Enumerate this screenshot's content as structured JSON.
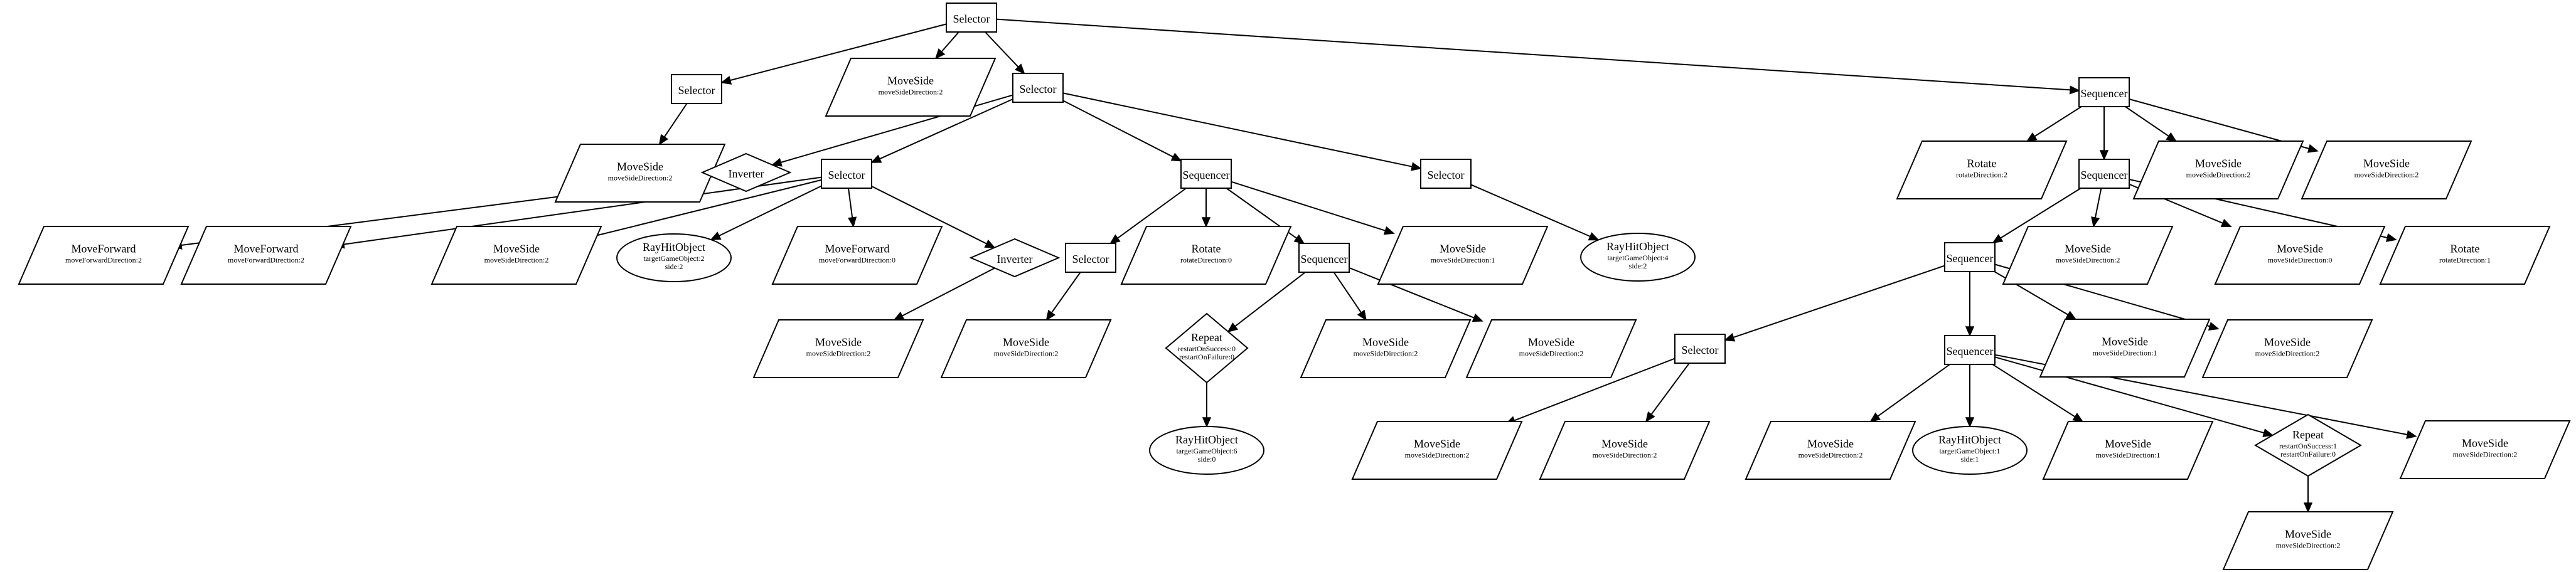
{
  "diagram": {
    "nodes": [
      {
        "id": "n1",
        "shape": "box",
        "title": "Selector",
        "params": []
      },
      {
        "id": "n2",
        "shape": "box",
        "title": "Selector",
        "params": []
      },
      {
        "id": "n3",
        "shape": "para",
        "title": "MoveSide",
        "params": [
          "moveSideDirection:2"
        ]
      },
      {
        "id": "n4",
        "shape": "box",
        "title": "Selector",
        "params": []
      },
      {
        "id": "n5",
        "shape": "box",
        "title": "Sequencer",
        "params": []
      },
      {
        "id": "n6",
        "shape": "para",
        "title": "MoveSide",
        "params": [
          "moveSideDirection:2"
        ]
      },
      {
        "id": "n7",
        "shape": "diamond",
        "title": "Inverter",
        "params": []
      },
      {
        "id": "n8",
        "shape": "box",
        "title": "Selector",
        "params": []
      },
      {
        "id": "n9",
        "shape": "box",
        "title": "Sequencer",
        "params": []
      },
      {
        "id": "n10",
        "shape": "box",
        "title": "Selector",
        "params": []
      },
      {
        "id": "n11",
        "shape": "para",
        "title": "Rotate",
        "params": [
          "rotateDirection:2"
        ]
      },
      {
        "id": "n12",
        "shape": "box",
        "title": "Sequencer",
        "params": []
      },
      {
        "id": "n13",
        "shape": "para",
        "title": "MoveSide",
        "params": [
          "moveSideDirection:2"
        ]
      },
      {
        "id": "n14",
        "shape": "para",
        "title": "MoveSide",
        "params": [
          "moveSideDirection:2"
        ]
      },
      {
        "id": "n15",
        "shape": "para",
        "title": "MoveForward",
        "params": [
          "moveForwardDirection:2"
        ]
      },
      {
        "id": "n16",
        "shape": "para",
        "title": "MoveForward",
        "params": [
          "moveForwardDirection:2"
        ]
      },
      {
        "id": "n17",
        "shape": "para",
        "title": "MoveSide",
        "params": [
          "moveSideDirection:2"
        ]
      },
      {
        "id": "n18",
        "shape": "ellipse",
        "title": "RayHitObject",
        "params": [
          "targetGameObject:2",
          "side:2"
        ]
      },
      {
        "id": "n19",
        "shape": "para",
        "title": "MoveForward",
        "params": [
          "moveForwardDirection:0"
        ]
      },
      {
        "id": "n20",
        "shape": "diamond",
        "title": "Inverter",
        "params": []
      },
      {
        "id": "n21",
        "shape": "box",
        "title": "Selector",
        "params": []
      },
      {
        "id": "n22",
        "shape": "para",
        "title": "Rotate",
        "params": [
          "rotateDirection:0"
        ]
      },
      {
        "id": "n23",
        "shape": "box",
        "title": "Sequencer",
        "params": []
      },
      {
        "id": "n24",
        "shape": "para",
        "title": "MoveSide",
        "params": [
          "moveSideDirection:1"
        ]
      },
      {
        "id": "n25",
        "shape": "ellipse",
        "title": "RayHitObject",
        "params": [
          "targetGameObject:4",
          "side:2"
        ]
      },
      {
        "id": "n26",
        "shape": "box",
        "title": "Sequencer",
        "params": []
      },
      {
        "id": "n27",
        "shape": "para",
        "title": "MoveSide",
        "params": [
          "moveSideDirection:2"
        ]
      },
      {
        "id": "n28",
        "shape": "para",
        "title": "MoveSide",
        "params": [
          "moveSideDirection:0"
        ]
      },
      {
        "id": "n29",
        "shape": "para",
        "title": "Rotate",
        "params": [
          "rotateDirection:1"
        ]
      },
      {
        "id": "n30",
        "shape": "para",
        "title": "MoveSide",
        "params": [
          "moveSideDirection:2"
        ]
      },
      {
        "id": "n31",
        "shape": "para",
        "title": "MoveSide",
        "params": [
          "moveSideDirection:2"
        ]
      },
      {
        "id": "n32",
        "shape": "diamond",
        "title": "Repeat",
        "params": [
          "restartOnSuccess:0",
          "restartOnFailure:0"
        ]
      },
      {
        "id": "n33",
        "shape": "para",
        "title": "MoveSide",
        "params": [
          "moveSideDirection:2"
        ]
      },
      {
        "id": "n34",
        "shape": "para",
        "title": "MoveSide",
        "params": [
          "moveSideDirection:2"
        ]
      },
      {
        "id": "n35",
        "shape": "box",
        "title": "Selector",
        "params": []
      },
      {
        "id": "n36",
        "shape": "box",
        "title": "Sequencer",
        "params": []
      },
      {
        "id": "n37",
        "shape": "para",
        "title": "MoveSide",
        "params": [
          "moveSideDirection:1"
        ]
      },
      {
        "id": "n38",
        "shape": "para",
        "title": "MoveSide",
        "params": [
          "moveSideDirection:2"
        ]
      },
      {
        "id": "n39",
        "shape": "ellipse",
        "title": "RayHitObject",
        "params": [
          "targetGameObject:6",
          "side:0"
        ]
      },
      {
        "id": "n40",
        "shape": "para",
        "title": "MoveSide",
        "params": [
          "moveSideDirection:2"
        ]
      },
      {
        "id": "n41",
        "shape": "para",
        "title": "MoveSide",
        "params": [
          "moveSideDirection:2"
        ]
      },
      {
        "id": "n42",
        "shape": "para",
        "title": "MoveSide",
        "params": [
          "moveSideDirection:2"
        ]
      },
      {
        "id": "n43",
        "shape": "ellipse",
        "title": "RayHitObject",
        "params": [
          "targetGameObject:1",
          "side:1"
        ]
      },
      {
        "id": "n44",
        "shape": "para",
        "title": "MoveSide",
        "params": [
          "moveSideDirection:1"
        ]
      },
      {
        "id": "n45",
        "shape": "diamond",
        "title": "Repeat",
        "params": [
          "restartOnSuccess:1",
          "restartOnFailure:0"
        ]
      },
      {
        "id": "n46",
        "shape": "para",
        "title": "MoveSide",
        "params": [
          "moveSideDirection:2"
        ]
      },
      {
        "id": "n47",
        "shape": "para",
        "title": "MoveSide",
        "params": [
          "moveSideDirection:2"
        ]
      }
    ],
    "edges": [
      [
        "n1",
        "n2"
      ],
      [
        "n1",
        "n3"
      ],
      [
        "n1",
        "n4"
      ],
      [
        "n1",
        "n5"
      ],
      [
        "n2",
        "n6"
      ],
      [
        "n4",
        "n7"
      ],
      [
        "n4",
        "n8"
      ],
      [
        "n4",
        "n9"
      ],
      [
        "n4",
        "n10"
      ],
      [
        "n5",
        "n11"
      ],
      [
        "n5",
        "n12"
      ],
      [
        "n5",
        "n13"
      ],
      [
        "n5",
        "n14"
      ],
      [
        "n7",
        "n15"
      ],
      [
        "n8",
        "n16"
      ],
      [
        "n8",
        "n17"
      ],
      [
        "n8",
        "n18"
      ],
      [
        "n8",
        "n19"
      ],
      [
        "n8",
        "n20"
      ],
      [
        "n9",
        "n21"
      ],
      [
        "n9",
        "n22"
      ],
      [
        "n9",
        "n23"
      ],
      [
        "n9",
        "n24"
      ],
      [
        "n10",
        "n25"
      ],
      [
        "n12",
        "n26"
      ],
      [
        "n12",
        "n27"
      ],
      [
        "n12",
        "n28"
      ],
      [
        "n12",
        "n29"
      ],
      [
        "n20",
        "n30"
      ],
      [
        "n21",
        "n31"
      ],
      [
        "n23",
        "n32"
      ],
      [
        "n23",
        "n33"
      ],
      [
        "n23",
        "n34"
      ],
      [
        "n26",
        "n35"
      ],
      [
        "n26",
        "n36"
      ],
      [
        "n26",
        "n37"
      ],
      [
        "n26",
        "n38"
      ],
      [
        "n32",
        "n39"
      ],
      [
        "n35",
        "n40"
      ],
      [
        "n35",
        "n41"
      ],
      [
        "n36",
        "n42"
      ],
      [
        "n36",
        "n43"
      ],
      [
        "n36",
        "n44"
      ],
      [
        "n36",
        "n45"
      ],
      [
        "n36",
        "n46"
      ],
      [
        "n45",
        "n47"
      ]
    ]
  }
}
